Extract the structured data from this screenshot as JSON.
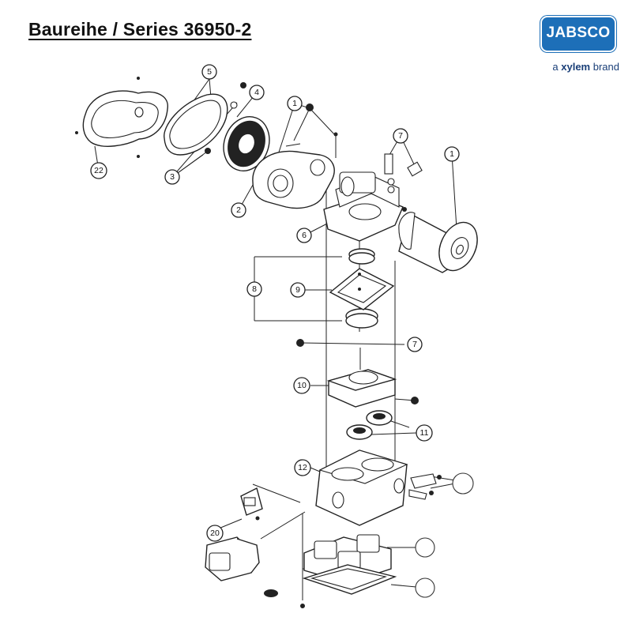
{
  "header": {
    "title": "Baureihe / Series 36950-2"
  },
  "brand": {
    "name": "JABSCO",
    "tagline_prefix": "a",
    "tagline_bold": "xylem",
    "tagline_suffix": "brand",
    "color": "#1d6fb8"
  },
  "callouts": {
    "c1a": "1",
    "c1b": "1",
    "c2": "2",
    "c3": "3",
    "c4": "4",
    "c5": "5",
    "c6": "6",
    "c7a": "7",
    "c7b": "7",
    "c8": "8",
    "c9": "9",
    "c10": "10",
    "c11": "11",
    "c12": "12",
    "c20": "20",
    "c22": "22"
  }
}
